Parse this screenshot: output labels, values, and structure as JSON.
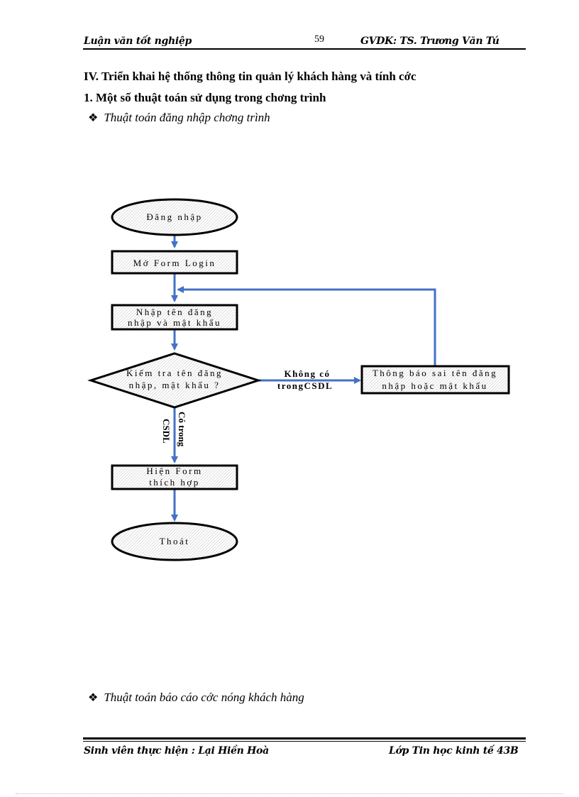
{
  "header": {
    "left": "Luận văn tốt nghiệp",
    "page_number": "59",
    "right": "GVDK: TS. Trương Văn Tú"
  },
  "headings": {
    "section": "IV. Triển khai hệ thống thông tin quản lý khách hàng và tính cớc",
    "subsection": "1. Một số thuật toán sử dụng trong chơng   trình"
  },
  "bullets": {
    "bullet_1": "Thuật toán đăng nhập chơng   trình",
    "bullet_2": "Thuật toán báo cáo cớc   nóng khách hàng",
    "bullet_glyph": "❖"
  },
  "flowchart": {
    "start": "Đăng nhập",
    "open_form": "Mở Form Login",
    "input_line1": "Nhập tên đăng",
    "input_line2": "nhập và mật khẩu",
    "check_line1": "Kiểm tra tên đăng",
    "check_line2": "nhập, mật khẩu ?",
    "no_label_line1": "Không có",
    "no_label_line2": "trongCSDL",
    "error_line1": "Thông báo sai tên đăng",
    "error_line2": "nhập hoặc mật khẩu",
    "yes_label_line1": "Có trong",
    "yes_label_line2": "CSDL",
    "show_form_line1": "Hiện Form",
    "show_form_line2": "thích hợp",
    "end": "Thoát",
    "arrow_color": "#4472C4"
  },
  "footer": {
    "left": "Sinh viên thực hiện : Lại Hiền Hoà",
    "right": "Lớp Tin học kinh tế 43B"
  }
}
